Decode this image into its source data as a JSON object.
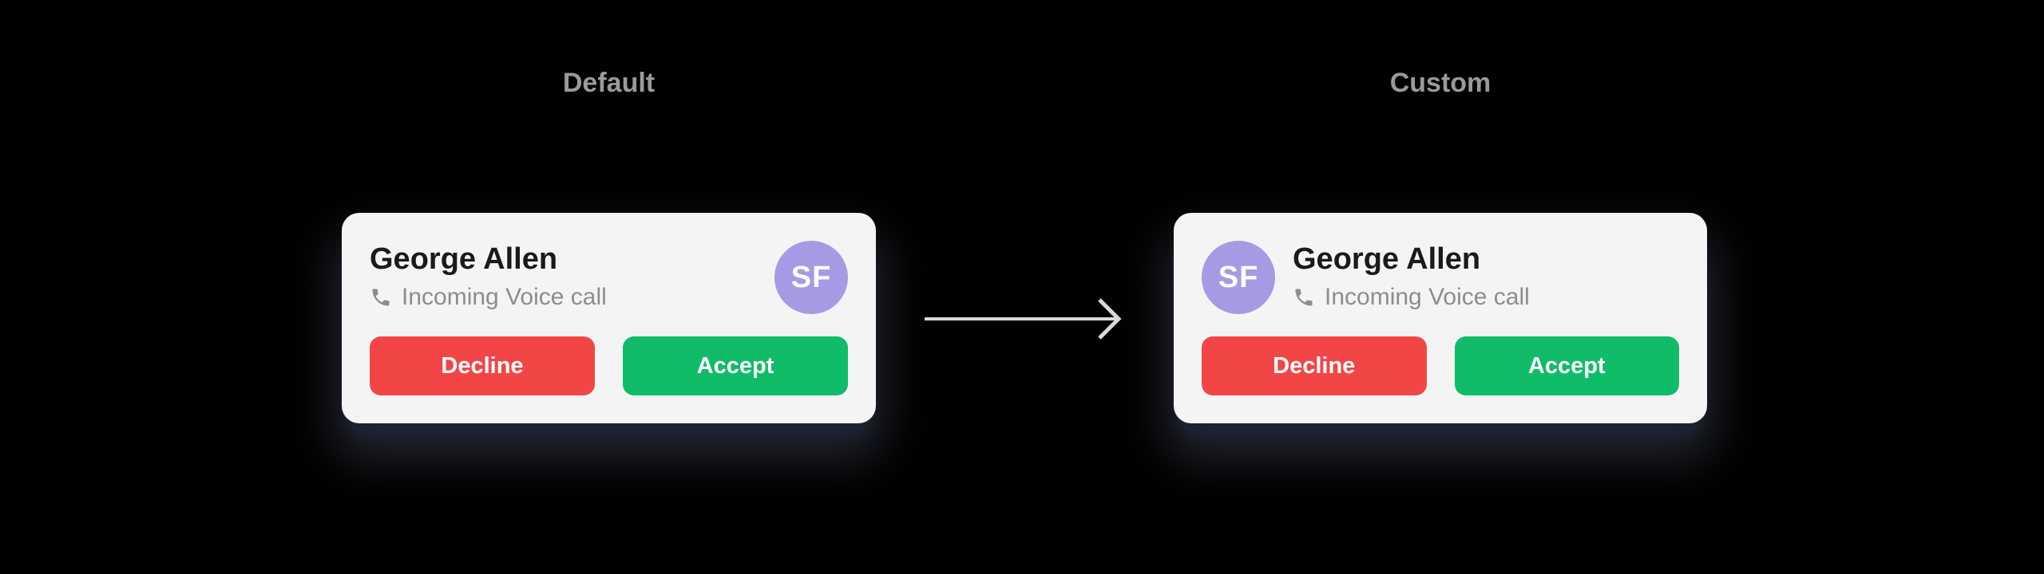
{
  "sections": {
    "default_label": "Default",
    "custom_label": "Custom"
  },
  "call_card": {
    "caller_name": "George Allen",
    "status_text": "Incoming Voice call",
    "avatar_initials": "SF",
    "decline_label": "Decline",
    "accept_label": "Accept"
  },
  "icons": {
    "phone": "phone-receiver-icon",
    "arrow": "right-arrow-icon"
  },
  "colors": {
    "background": "#000000",
    "card_bg": "#f4f4f5",
    "caller_name_text": "#1a1a1a",
    "status_text": "#8d8d8d",
    "section_label_text": "#9a9a9a",
    "avatar_bg": "#a79ae5",
    "avatar_text": "#ffffff",
    "decline_bg": "#f24646",
    "accept_bg": "#10bc68",
    "button_text": "#ffffff",
    "arrow": "#d8d8d8"
  }
}
